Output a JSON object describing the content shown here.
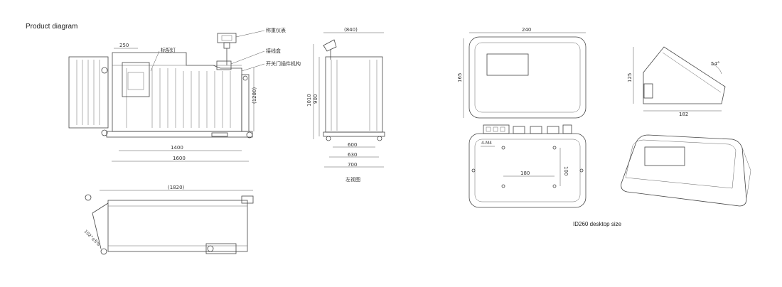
{
  "title": "Product diagram",
  "footer_caption": "ID260 desktop size",
  "front_view": {
    "dims": {
      "top_width": "250",
      "total_inner": "1400",
      "total_outer": "1600",
      "height": "(1280)"
    },
    "callouts": [
      "称重仪表",
      "标配灯",
      "接线盒",
      "开关门插件机构"
    ]
  },
  "side_view": {
    "dims": {
      "top_width": "(840)",
      "h1": "1010",
      "h2": "900",
      "w1": "600",
      "w2": "630",
      "w3": "700"
    },
    "caption": "左视图"
  },
  "top_view": {
    "dims": {
      "length": "(1820)",
      "angle": "102°±5%"
    }
  },
  "indicator_front": {
    "width": "240",
    "height": "165"
  },
  "indicator_side": {
    "height": "125",
    "width": "182",
    "angle": "54°"
  },
  "indicator_back": {
    "hole_spacing": "180",
    "height": "100",
    "label": "4-M4"
  }
}
